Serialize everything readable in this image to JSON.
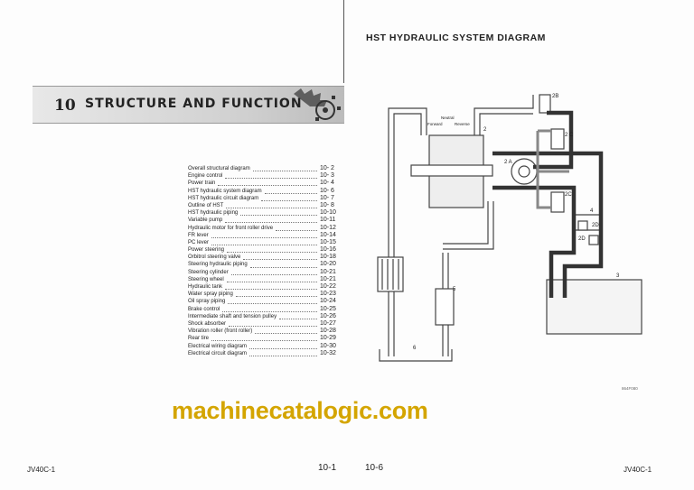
{
  "left_page": {
    "chapter_number": "10",
    "chapter_title": "STRUCTURE AND FUNCTION",
    "toc": [
      {
        "label": "Overall structural diagram",
        "page": "10- 2"
      },
      {
        "label": "Engine control",
        "page": "10- 3"
      },
      {
        "label": "Power train",
        "page": "10- 4"
      },
      {
        "label": "HST hydraulic system diagram",
        "page": "10- 6"
      },
      {
        "label": "HST hydraulic circuit diagram",
        "page": "10- 7"
      },
      {
        "label": "Outline of HST",
        "page": "10- 8"
      },
      {
        "label": "HST hydraulic piping",
        "page": "10-10"
      },
      {
        "label": "Variable pump",
        "page": "10-11"
      },
      {
        "label": "Hydraulic motor for front roller drive",
        "page": "10-12"
      },
      {
        "label": "FR lever",
        "page": "10-14"
      },
      {
        "label": "PC lever",
        "page": "10-15"
      },
      {
        "label": "Power steering",
        "page": "10-16"
      },
      {
        "label": "Orbitrol steering valve",
        "page": "10-18"
      },
      {
        "label": "Steering hydraulic piping",
        "page": "10-20"
      },
      {
        "label": "Steering cylinder",
        "page": "10-21"
      },
      {
        "label": "Steering wheel",
        "page": "10-21"
      },
      {
        "label": "Hydraulic tank",
        "page": "10-22"
      },
      {
        "label": "Water spray piping",
        "page": "10-23"
      },
      {
        "label": "Oil spray piping",
        "page": "10-24"
      },
      {
        "label": "Brake control",
        "page": "10-25"
      },
      {
        "label": "Intermediate shaft and tension pulley",
        "page": "10-26"
      },
      {
        "label": "Shock absorber",
        "page": "10-27"
      },
      {
        "label": "Vibration roller (front roller)",
        "page": "10-28"
      },
      {
        "label": "Rear tire",
        "page": "10-29"
      },
      {
        "label": "Electrical wiring diagram",
        "page": "10-30"
      },
      {
        "label": "Electrical circuit diagram",
        "page": "10-32"
      }
    ],
    "footer_model": "JV40C-1",
    "page_number": "10-1"
  },
  "right_page": {
    "title": "HST HYDRAULIC SYSTEM DIAGRAM",
    "diagram_labels": {
      "neutral": "Neutral",
      "forward": "Forward",
      "reverse": "Reverse",
      "l2": "2",
      "l2a": "2 A",
      "l2b": "2B",
      "l2c1": "2 C",
      "l2c2": "2C",
      "l2d1": "2D",
      "l2d2": "2D",
      "l3": "3",
      "l4": "4",
      "l5": "5",
      "l6": "6"
    },
    "figure_code": "864F080",
    "footer_model": "JV40C-1",
    "page_number": "10-6"
  },
  "watermark": "machinecatalogic.com"
}
